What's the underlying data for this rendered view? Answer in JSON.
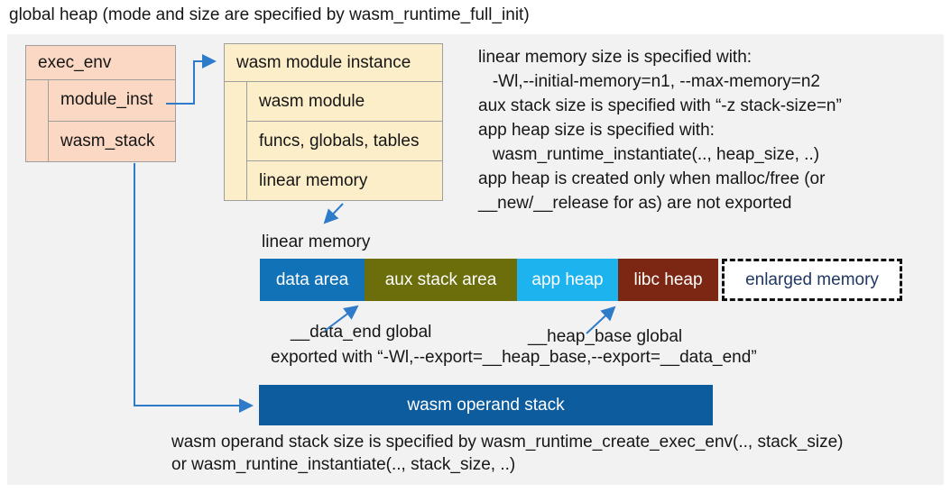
{
  "title": "global heap (mode and size are specified by wasm_runtime_full_init)",
  "exec_env": {
    "header": "exec_env",
    "rows": [
      "module_inst",
      "wasm_stack"
    ],
    "fill": "#fbd8c3"
  },
  "module_instance": {
    "header": "wasm module instance",
    "rows": [
      "wasm module",
      "funcs, globals, tables",
      "linear memory"
    ],
    "fill": "#fdeeca"
  },
  "notes_right": {
    "lines": [
      "linear memory size is specified with:",
      "   -Wl,--initial-memory=n1, --max-memory=n2",
      "aux stack size is specified with “-z stack-size=n”",
      "app heap size is specified with:",
      "   wasm_runtime_instantiate(.., heap_size, ..)",
      "app heap is created only when malloc/free (or",
      "__new/__release for as) are not exported"
    ]
  },
  "linear_memory": {
    "label": "linear memory",
    "segments": [
      {
        "label": "data area",
        "color": "#1172b8",
        "text_color": "#ffffff"
      },
      {
        "label": "aux stack area",
        "color": "#6b6e0b",
        "text_color": "#ffffff"
      },
      {
        "label": "app heap",
        "color": "#1cb3ee",
        "text_color": "#ffffff"
      },
      {
        "label": "libc heap",
        "color": "#7b2713",
        "text_color": "#ffffff"
      },
      {
        "label": "enlarged memory",
        "color": "#ffffff",
        "text_color": "#1f3864",
        "border": "dashed"
      }
    ]
  },
  "annotations": {
    "data_end": "__data_end global",
    "heap_base": "__heap_base global",
    "exported": "exported with “-Wl,--export=__heap_base,--export=__data_end”"
  },
  "operand_stack": {
    "label": "wasm operand stack",
    "color": "#0d5c9d",
    "text_color": "#ffffff"
  },
  "footer": {
    "lines": [
      "wasm operand stack size is specified by wasm_runtime_create_exec_env(.., stack_size)",
      "or wasm_runtine_instantiate(.., stack_size, ..)"
    ]
  },
  "colors": {
    "panel_bg": "#f2f2f2",
    "box_border": "#9e9e9e",
    "arrow": "#2e7cc9",
    "text": "#161616"
  }
}
